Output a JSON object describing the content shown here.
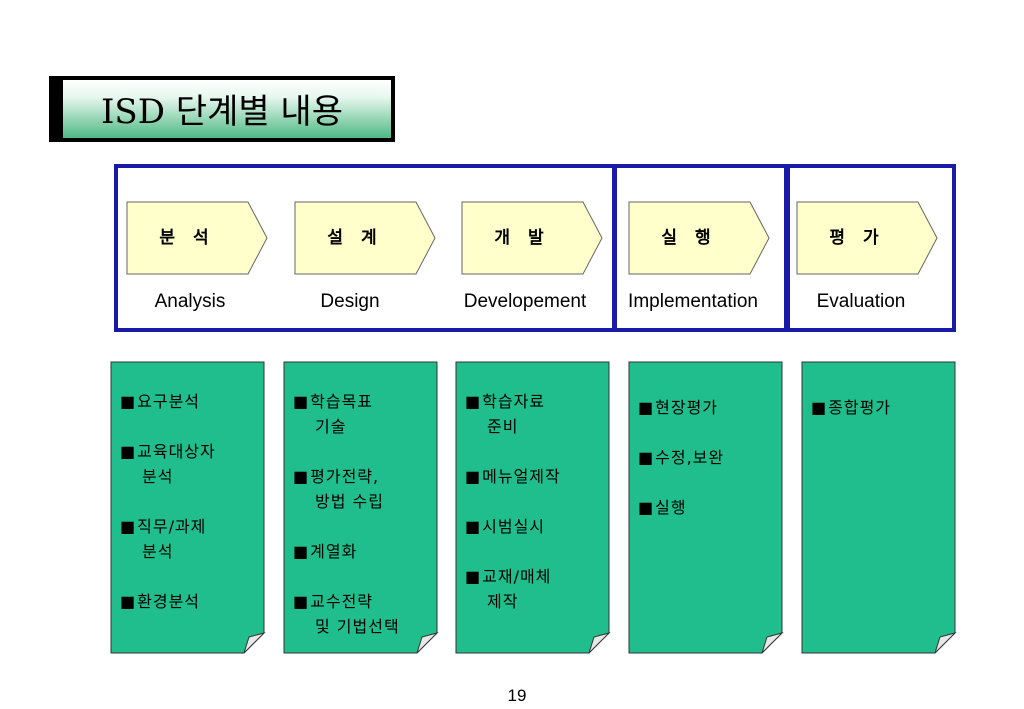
{
  "title": "ISD 단계별 내용",
  "colors": {
    "frame": "#1a1aa8",
    "chevron_fill": "#ffffcc",
    "note_fill": "#1fbe8c"
  },
  "phases": [
    {
      "label": "분 석",
      "english": "Analysis"
    },
    {
      "label": "설 계",
      "english": "Design"
    },
    {
      "label": "개 발",
      "english": "Developement"
    },
    {
      "label": "실 행",
      "english": "Implementation"
    },
    {
      "label": "평 가",
      "english": "Evaluation"
    }
  ],
  "notes": [
    {
      "items": [
        {
          "l1": "요구분석",
          "l2": ""
        },
        {
          "l1": "교육대상자",
          "l2": "분석"
        },
        {
          "l1": "직무/과제",
          "l2": "분석"
        },
        {
          "l1": "환경분석",
          "l2": ""
        }
      ]
    },
    {
      "items": [
        {
          "l1": "학습목표",
          "l2": "기술"
        },
        {
          "l1": "평가전략,",
          "l2": "방법 수립"
        },
        {
          "l1": "계열화",
          "l2": ""
        },
        {
          "l1": "교수전략",
          "l2": "및 기법선택"
        }
      ]
    },
    {
      "items": [
        {
          "l1": "학습자료",
          "l2": "준비"
        },
        {
          "l1": "메뉴얼제작",
          "l2": ""
        },
        {
          "l1": "시범실시",
          "l2": ""
        },
        {
          "l1": "교재/매체",
          "l2": "제작"
        }
      ]
    },
    {
      "items": [
        {
          "l1": "현장평가",
          "l2": ""
        },
        {
          "l1": "수정,보완",
          "l2": ""
        },
        {
          "l1": "실행",
          "l2": ""
        }
      ]
    },
    {
      "items": [
        {
          "l1": "종합평가",
          "l2": ""
        }
      ]
    }
  ],
  "bullet": "■",
  "page_number": "19"
}
